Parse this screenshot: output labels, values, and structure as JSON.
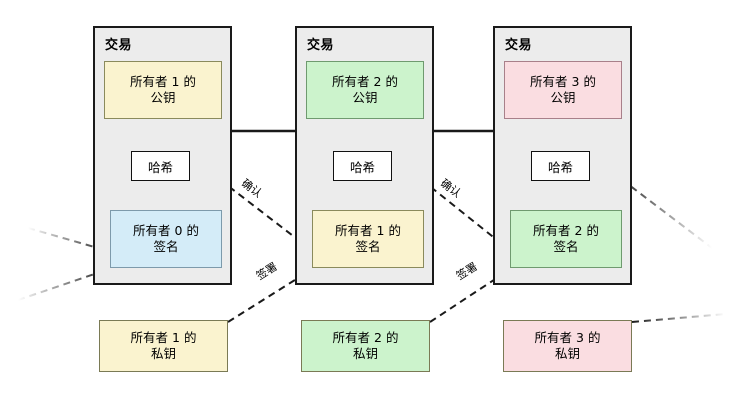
{
  "diagram": {
    "title_text": "交易",
    "hash_label": "哈希",
    "edge_labels": {
      "verify": "确认",
      "sign": "签署"
    },
    "transactions": [
      {
        "name": "transaction-1",
        "title": "交易",
        "public_key": {
          "line1": "所有者 1 的",
          "line2": "公钥",
          "color": "#faf3cf"
        },
        "hash": "哈希",
        "signature": {
          "line1": "所有者 0 的",
          "line2": "签名",
          "color": "#d4ecf8"
        }
      },
      {
        "name": "transaction-2",
        "title": "交易",
        "public_key": {
          "line1": "所有者 2 的",
          "line2": "公钥",
          "color": "#ccf3cc"
        },
        "hash": "哈希",
        "signature": {
          "line1": "所有者 1 的",
          "line2": "签名",
          "color": "#faf3cf"
        }
      },
      {
        "name": "transaction-3",
        "title": "交易",
        "public_key": {
          "line1": "所有者 3 的",
          "line2": "公钥",
          "color": "#fadde1"
        },
        "hash": "哈希",
        "signature": {
          "line1": "所有者 2 的",
          "line2": "签名",
          "color": "#ccf3cc"
        }
      }
    ],
    "private_keys": [
      {
        "name": "private-key-1",
        "line1": "所有者 1 的",
        "line2": "私钥",
        "color": "#faf3cf"
      },
      {
        "name": "private-key-2",
        "line1": "所有者 2 的",
        "line2": "私钥",
        "color": "#ccf3cc"
      },
      {
        "name": "private-key-3",
        "line1": "所有者 3 的",
        "line2": "私钥",
        "color": "#fadde1"
      }
    ],
    "connector_labels": [
      {
        "name": "verify-label-1",
        "text": "确认"
      },
      {
        "name": "verify-label-2",
        "text": "确认"
      },
      {
        "name": "sign-label-1",
        "text": "签署"
      },
      {
        "name": "sign-label-2",
        "text": "签署"
      }
    ],
    "colors": {
      "tx_fill": "#ececec",
      "tx_stroke": "#1a1a1a",
      "yellow": "#faf3cf",
      "green": "#ccf3cc",
      "pink": "#fadde1",
      "blue": "#d4ecf8",
      "line": "#1a1a1a"
    }
  }
}
